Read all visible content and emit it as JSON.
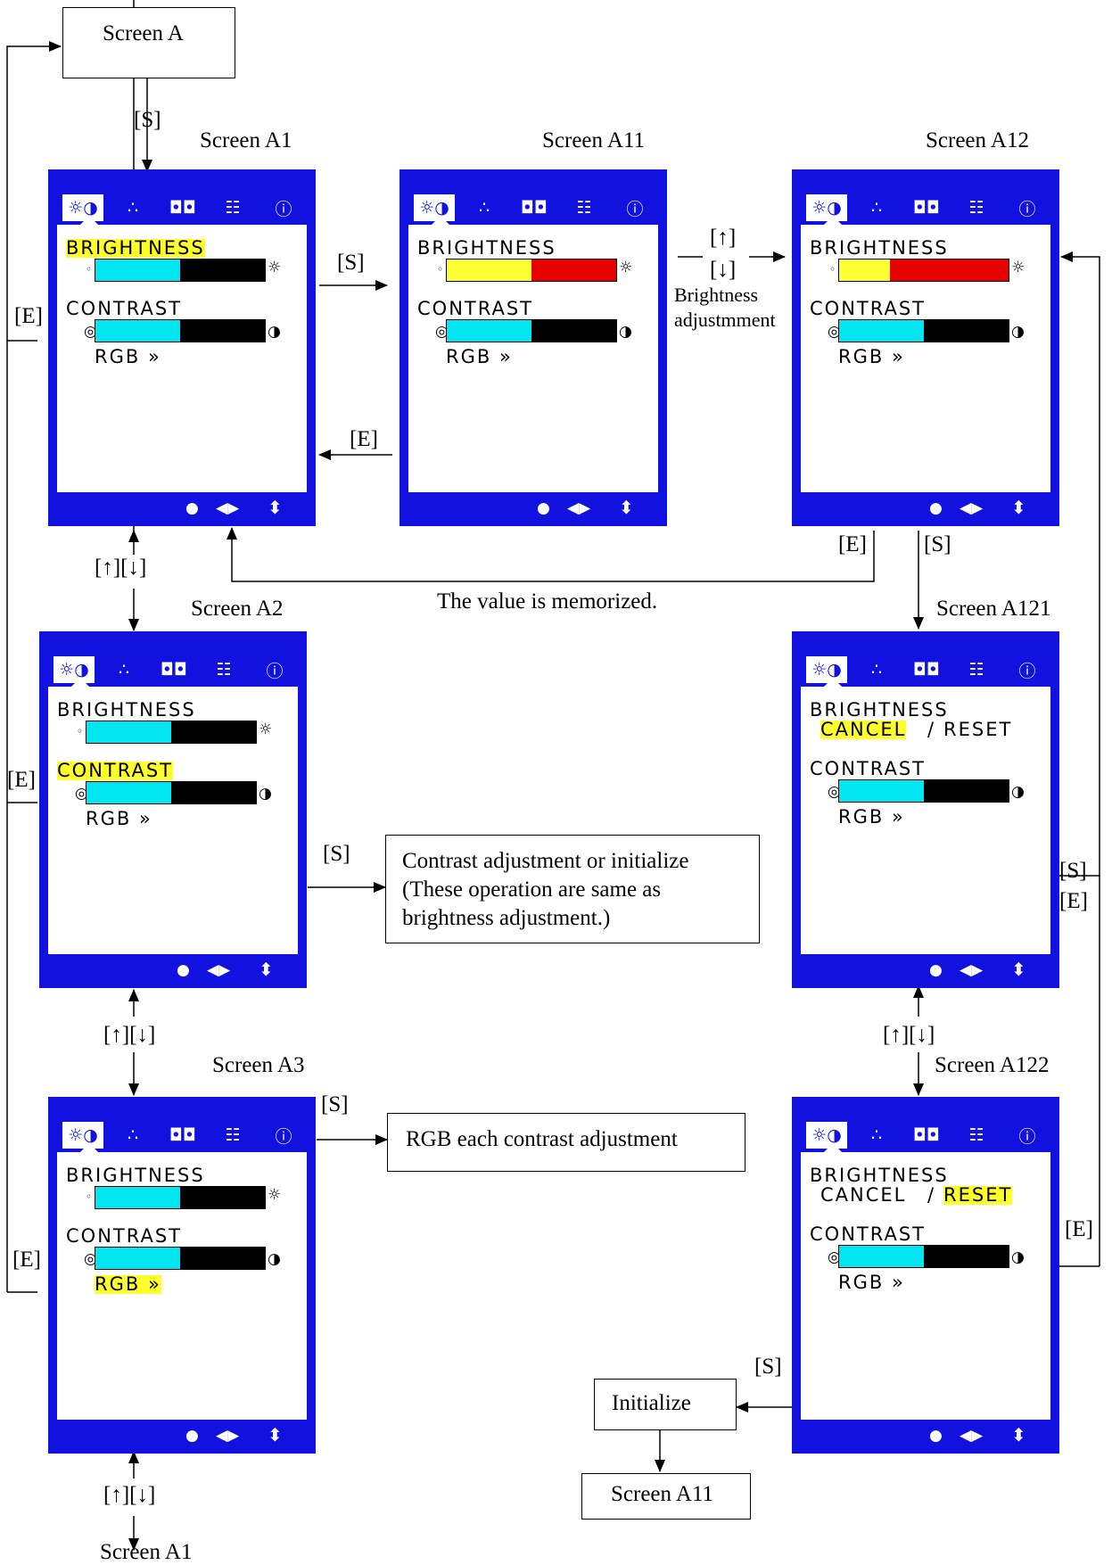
{
  "colors": {
    "osd_blue": "#1212e0",
    "cyan": "#00e5f0",
    "yellow": "#ffff33",
    "red": "#e80000",
    "highlight": "#ffff2a"
  },
  "labels": {
    "screen_a": "Screen A",
    "screen_a1": "Screen A1",
    "screen_a11": "Screen A11",
    "screen_a12": "Screen A12",
    "screen_a121": "Screen A121",
    "screen_a122": "Screen A122",
    "screen_a2": "Screen A2",
    "screen_a3": "Screen A3",
    "screen_a1_bottom": "Screen A1",
    "screen_a11_bottom": "Screen A11",
    "initialize": "Initialize",
    "contrast_box_1": "Contrast adjustment or initialize",
    "contrast_box_2": "(These operation are same as",
    "contrast_box_3": "brightness adjustment.)",
    "rgb_box": "RGB each contrast adjustment",
    "memorized": "The value is memorized.",
    "brightness_adj_1": "Brightness",
    "brightness_adj_2": "adjustmment"
  },
  "keys": {
    "s": "[S]",
    "e": "[E]",
    "up": "[↑]",
    "down": "[↓]",
    "updown": "[↑][↓]"
  },
  "osd": {
    "tab_icons": [
      "brightness-contrast-icon",
      "color-icon",
      "size-position-icon",
      "tools-icon",
      "info-icon"
    ],
    "tab_glyphs": [
      "☼◑",
      "∴",
      "◘◘",
      "☷",
      "ⓘ"
    ],
    "brightness": "BRIGHTNESS",
    "contrast": "CONTRAST",
    "rgb": "RGB »",
    "cancel": "CANCEL",
    "slash": "/",
    "reset": "RESET",
    "foot_dot": "●",
    "foot_lr": "◀▶",
    "foot_ud": "⬍"
  },
  "screens": [
    {
      "id": "A1",
      "brightness_level": 0.5,
      "contrast_level": 0.5,
      "highlight": "brightness",
      "adjusting": false
    },
    {
      "id": "A11",
      "brightness_level": 0.5,
      "contrast_level": 0.5,
      "highlight": "none",
      "adjusting": true
    },
    {
      "id": "A12",
      "brightness_level": 0.3,
      "contrast_level": 0.5,
      "highlight": "none",
      "adjusting": true
    },
    {
      "id": "A2",
      "brightness_level": 0.5,
      "contrast_level": 0.5,
      "highlight": "contrast",
      "adjusting": false
    },
    {
      "id": "A3",
      "brightness_level": 0.5,
      "contrast_level": 0.5,
      "highlight": "rgb",
      "adjusting": false
    },
    {
      "id": "A121",
      "brightness_level": 0.5,
      "contrast_level": 0.5,
      "highlight": "cancel",
      "adjusting": false
    },
    {
      "id": "A122",
      "brightness_level": 0.5,
      "contrast_level": 0.5,
      "highlight": "reset",
      "adjusting": false
    }
  ]
}
